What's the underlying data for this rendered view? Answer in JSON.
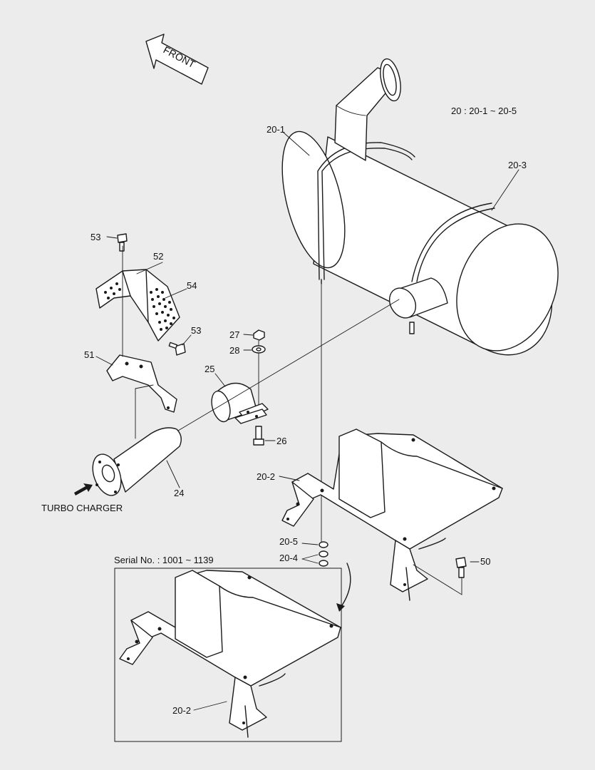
{
  "front_label": "FRONT",
  "assembly_note": "20 : 20-1 ~ 20-5",
  "serial_label": "Serial No. : 1001 ~ 1139",
  "turbo_label": "TURBO CHARGER",
  "callouts": {
    "c20_1": "20-1",
    "c20_3": "20-3",
    "c53_top": "53",
    "c52": "52",
    "c54": "54",
    "c53_mid": "53",
    "c51": "51",
    "c27": "27",
    "c28": "28",
    "c25": "25",
    "c26": "26",
    "c24": "24",
    "c20_2": "20-2",
    "c20_5": "20-5",
    "c20_4": "20-4",
    "c50": "50",
    "c20_2_inset": "20-2"
  }
}
